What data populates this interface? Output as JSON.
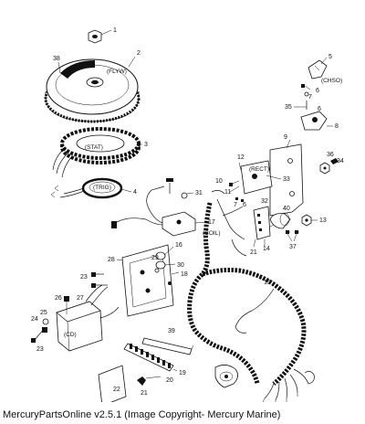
{
  "caption": "MercuryPartsOnline v2.5.1 (Image Copyright- Mercury Marine)",
  "labels": {
    "flyw": "(FLYW)",
    "stat": "(STAT)",
    "trig": "(TRIG)",
    "rect": "(RECT)",
    "chso": "(CHSO)",
    "coil": "(COIL)",
    "cd": "(CD)"
  },
  "callouts": {
    "c1": "1",
    "c2": "2",
    "c3": "3",
    "c4": "4",
    "c5": "5",
    "c6a": "6",
    "c6b": "6",
    "c6c": "6",
    "c7a": "7",
    "c7b": "7",
    "c8": "8",
    "c9": "9",
    "c10": "10",
    "c11": "11",
    "c12": "12",
    "c13": "13",
    "c14": "14",
    "c15": "15",
    "c16": "16",
    "c17": "17",
    "c18": "18",
    "c19": "19",
    "c20": "20",
    "c21a": "21",
    "c21b": "21",
    "c22": "22",
    "c23a": "23",
    "c23b": "23",
    "c24": "24",
    "c25": "25",
    "c26": "26",
    "c27": "27",
    "c28": "28",
    "c29": "29",
    "c30": "30",
    "c31": "31",
    "c32": "32",
    "c33": "33",
    "c34": "34",
    "c35": "35",
    "c36": "36",
    "c37": "37",
    "c38": "38",
    "c39": "39",
    "c40": "40"
  }
}
